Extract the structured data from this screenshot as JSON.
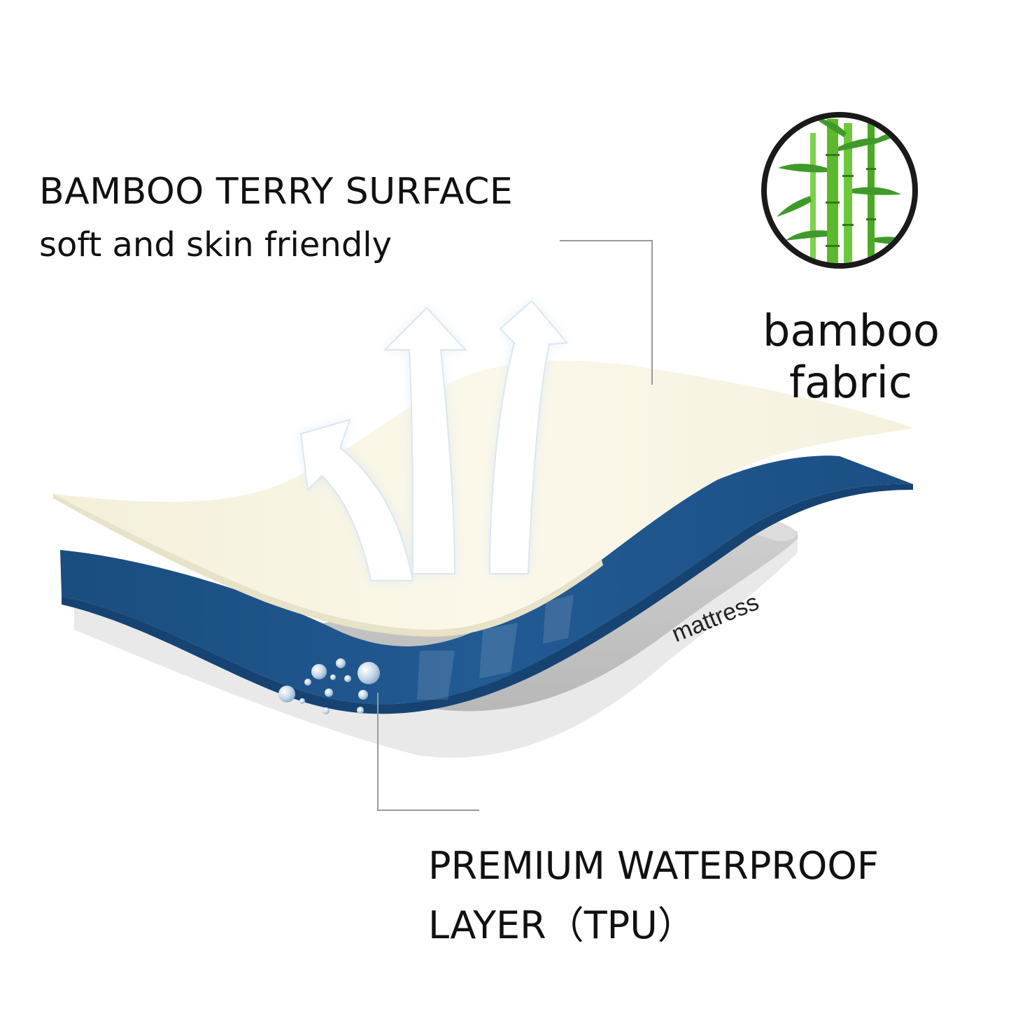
{
  "callouts": {
    "surface": {
      "title": "BAMBOO TERRY SURFACE",
      "subtitle": "soft and skin friendly"
    },
    "bamboo_badge": {
      "line1": "bamboo",
      "line2": "fabric",
      "icon": "bamboo-icon"
    },
    "waterproof": {
      "line1": "PREMIUM WATERPROOF",
      "line2": "LAYER（TPU）"
    },
    "mattress_label": "mattress"
  },
  "colors": {
    "surface_layer": "#f8f5e6",
    "waterproof_layer": "#1e5489",
    "mattress_layer": "#c9c9c9",
    "bamboo_green": "#5cb82c",
    "leader_line": "#9a9a9a"
  }
}
